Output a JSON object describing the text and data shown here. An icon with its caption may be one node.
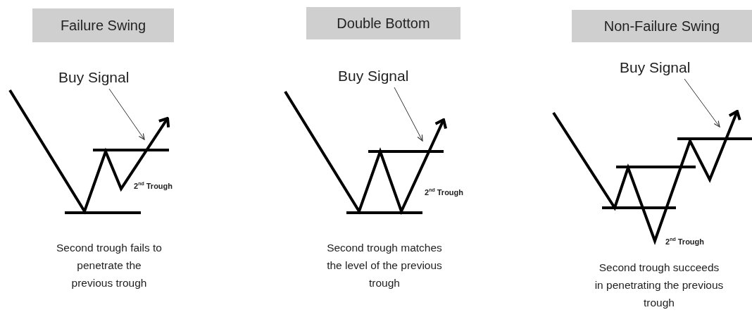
{
  "diagram": {
    "nodes": [
      {
        "text": [
          "Failure Swing"
        ]
      },
      {
        "text": [
          "Buy Signal"
        ]
      },
      {
        "text": [
          "Double Bottom"
        ]
      },
      {
        "text": [
          "Buy Signal"
        ]
      },
      {
        "text": [
          "Non-Failure Swing"
        ]
      },
      {
        "text": [
          "Buy Signal"
        ]
      }
    ],
    "edges": [
      {
        "from": 1,
        "to": null,
        "arrow": "to"
      },
      {
        "from": 3,
        "to": null,
        "arrow": "to"
      },
      {
        "from": 5,
        "to": null,
        "arrow": "to"
      }
    ],
    "labels": [
      "2$^{nd}$ Trough",
      "Second trough fails to penetrate the previous trough",
      "2$^{nd}$ Trough",
      "Second trough matches the level of the previous trough",
      "2$^{nd}$ Trough",
      "Second trough succeeds in penetrating the previous trough"
    ]
  }
}
